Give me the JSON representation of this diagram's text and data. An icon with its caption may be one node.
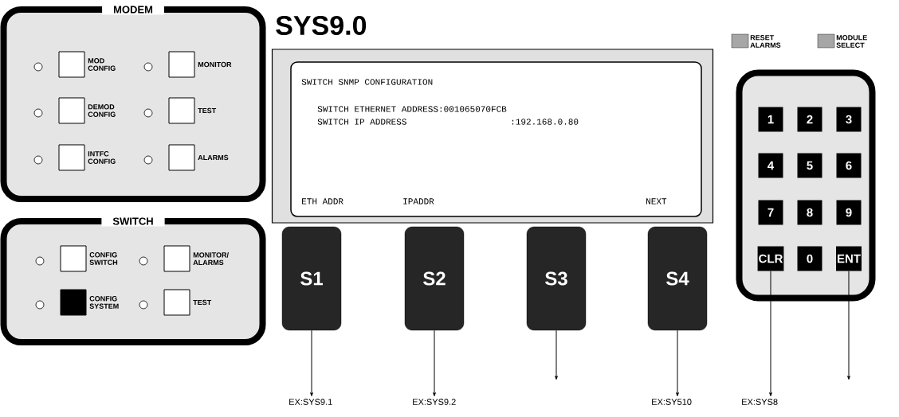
{
  "diagram": {
    "title": "SYS9.0",
    "nodes": [
      {
        "text": [
          "MODEM"
        ]
      },
      {
        "text": [],
        "shape": "box",
        "beside": [
          "MOD CONFIG"
        ],
        "in": 0
      },
      {
        "text": [],
        "shape": "box",
        "beside": [
          "MONITOR"
        ],
        "in": 0
      },
      {
        "text": [],
        "shape": "box",
        "beside": [
          "DEMOD CONFIG"
        ],
        "in": 0
      },
      {
        "text": [],
        "shape": "box",
        "beside": [
          "TEST"
        ],
        "in": 0
      },
      {
        "text": [],
        "shape": "box",
        "beside": [
          "INTFC CONFIG"
        ],
        "in": 0
      },
      {
        "text": [],
        "shape": "box",
        "beside": [
          "ALARMS"
        ],
        "in": 0
      },
      {
        "text": [
          "SWITCH"
        ]
      },
      {
        "text": [],
        "shape": "box",
        "beside": [
          "CONFIG SWITCH"
        ],
        "in": 7
      },
      {
        "text": [],
        "shape": "box",
        "beside": [
          "MONITOR/ ALARMS"
        ],
        "in": 7
      },
      {
        "text": [],
        "shape": "box",
        "beside": [
          "CONFIG SYSTEM"
        ],
        "in": 7
      },
      {
        "text": [],
        "shape": "box",
        "beside": [
          "TEST"
        ],
        "in": 7
      },
      {
        "text": [
          "SWITCH SNMP CONFIGURATION",
          "SWITCH ETHERNET ADDRESS:001065070FCB",
          "SWITCH IP ADDRESS",
          ":192.168.0.80",
          "ETH ADDR",
          "IPADDR",
          "NEXT"
        ]
      },
      {
        "text": [
          "S1"
        ]
      },
      {
        "text": [
          "S2"
        ]
      },
      {
        "text": [
          "S3"
        ]
      },
      {
        "text": [
          "S4"
        ]
      },
      {
        "text": [],
        "shape": "box"
      },
      {
        "text": [
          "1"
        ],
        "in": 17
      },
      {
        "text": [
          "2"
        ],
        "in": 17
      },
      {
        "text": [
          "3"
        ],
        "in": 17
      },
      {
        "text": [
          "4"
        ],
        "in": 17
      },
      {
        "text": [
          "5"
        ],
        "in": 17
      },
      {
        "text": [
          "6"
        ],
        "in": 17
      },
      {
        "text": [
          "7"
        ],
        "in": 17
      },
      {
        "text": [
          "8"
        ],
        "in": 17
      },
      {
        "text": [
          "9"
        ],
        "in": 17
      },
      {
        "text": [
          "CLR"
        ],
        "in": 17
      },
      {
        "text": [
          "0"
        ],
        "in": 17
      },
      {
        "text": [
          "ENT"
        ],
        "in": 17
      },
      {
        "text": [
          "EX:SYS9.1"
        ]
      },
      {
        "text": [
          "EX:SYS9.2"
        ]
      },
      {
        "text": [
          "EX:SY510"
        ]
      },
      {
        "text": [
          "EX:SYS8"
        ]
      }
    ],
    "edges": [
      {
        "from": 13,
        "to": 30,
        "arrow": "to"
      },
      {
        "from": 14,
        "to": 31,
        "arrow": "to"
      },
      {
        "from": 15,
        "to": null,
        "arrow": "to"
      },
      {
        "from": 16,
        "to": 32,
        "arrow": "to"
      },
      {
        "from": 27,
        "to": 33,
        "arrow": "to"
      },
      {
        "from": 29,
        "to": null,
        "arrow": "to"
      }
    ],
    "labels": [
      "RESET ALARMS",
      "MODULE SELECT"
    ]
  }
}
